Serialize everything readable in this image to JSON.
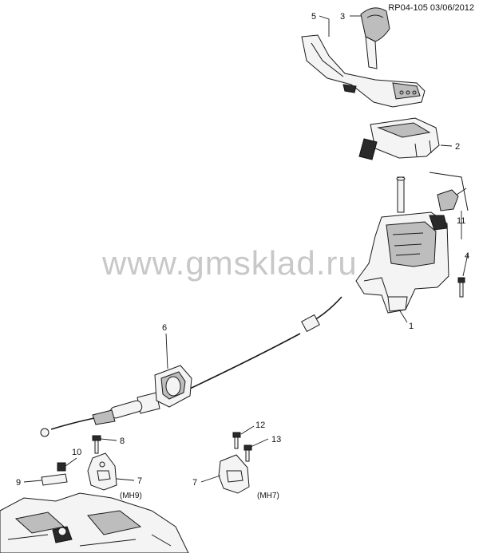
{
  "reference": "RP04-105 03/06/2012",
  "watermark": "www.gmsklad.ru",
  "callouts": {
    "c1": "1",
    "c2": "2",
    "c3": "3",
    "c4": "4",
    "c5": "5",
    "c6": "6",
    "c7a": "7",
    "c7b": "7",
    "c8": "8",
    "c9": "9",
    "c10": "10",
    "c11": "11",
    "c12": "12",
    "c13": "13"
  },
  "tags": {
    "mh9": "(MH9)",
    "mh7": "(MH7)"
  }
}
